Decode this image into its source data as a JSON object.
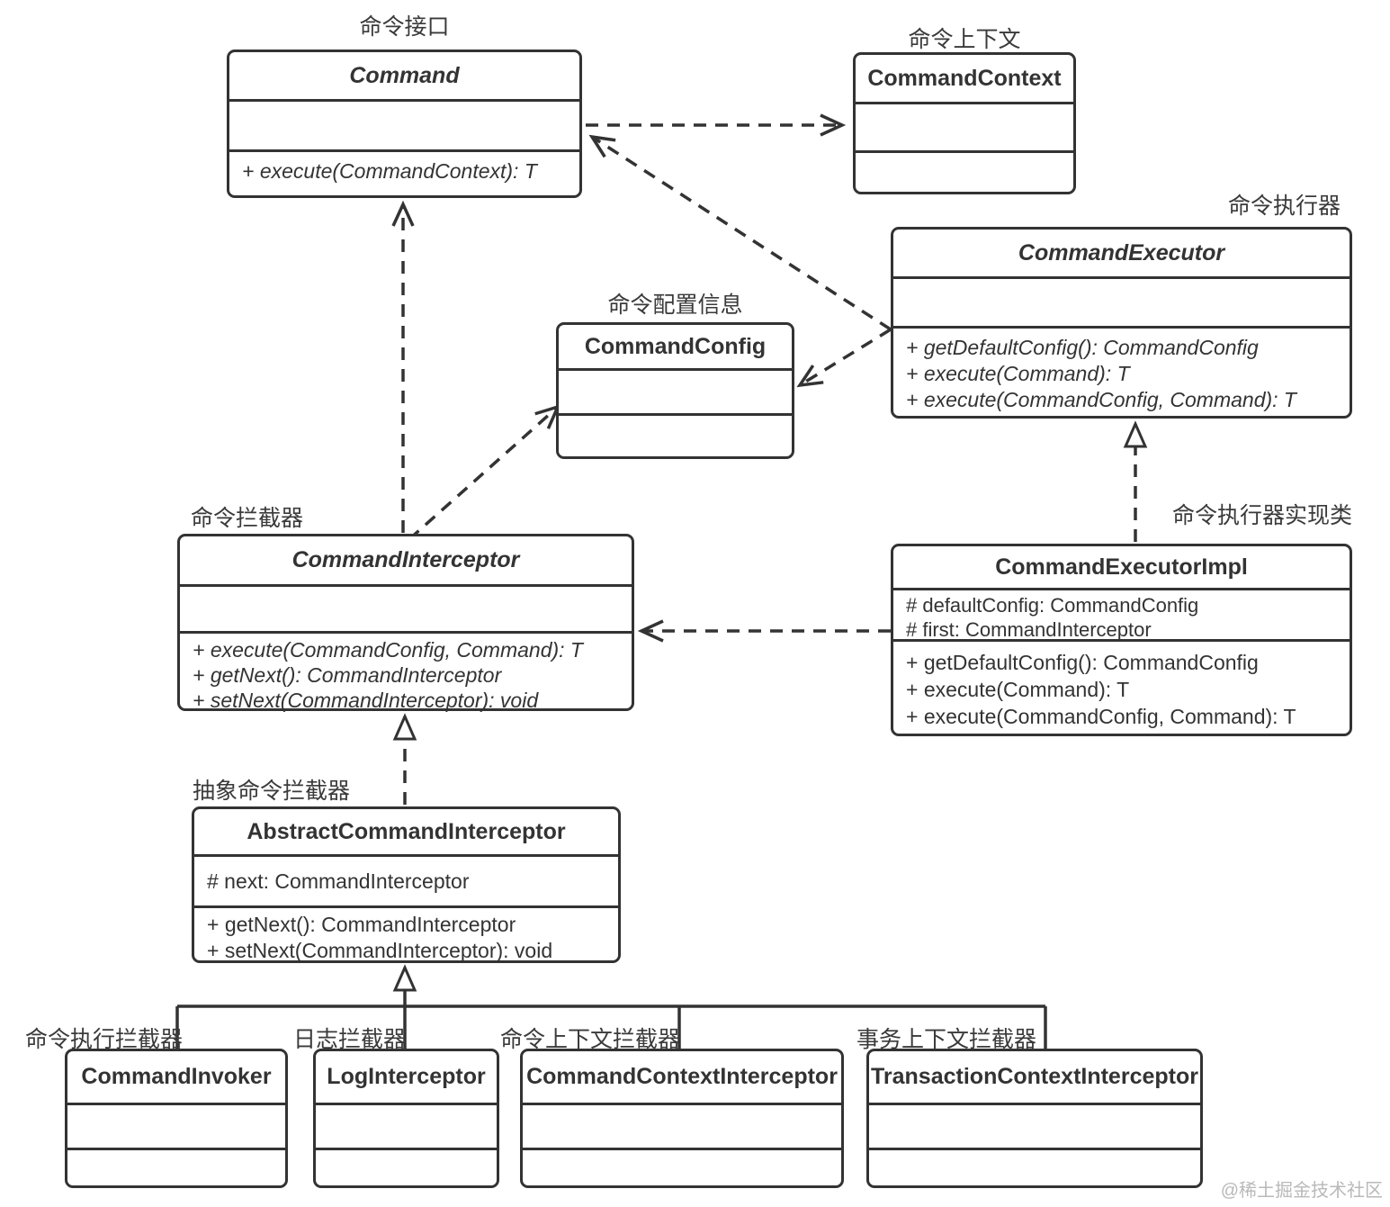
{
  "diagram_title": "Command pattern UML class diagram",
  "colors": {
    "line": "#333333",
    "text": "#3a3a3a",
    "background": "#ffffff",
    "watermark": "#b9b9b9"
  },
  "classes": {
    "command": {
      "tag": "命令接口",
      "title": "Command",
      "kind": "interface",
      "attributes": [],
      "methods": [
        "+ execute(CommandContext): T"
      ]
    },
    "command_context": {
      "tag": "命令上下文",
      "title": "CommandContext",
      "kind": "class",
      "attributes": [],
      "methods": []
    },
    "command_executor": {
      "tag": "命令执行器",
      "title": "CommandExecutor",
      "kind": "interface",
      "attributes": [],
      "methods": [
        "+ getDefaultConfig(): CommandConfig",
        "+ execute(Command): T",
        "+ execute(CommandConfig, Command): T"
      ]
    },
    "command_config": {
      "tag": "命令配置信息",
      "title": "CommandConfig",
      "kind": "class",
      "attributes": [],
      "methods": []
    },
    "command_interceptor": {
      "tag": "命令拦截器",
      "title": "CommandInterceptor",
      "kind": "interface",
      "attributes": [],
      "methods": [
        "+ execute(CommandConfig, Command): T",
        "+ getNext(): CommandInterceptor",
        "+ setNext(CommandInterceptor): void"
      ]
    },
    "command_executor_impl": {
      "tag": "命令执行器实现类",
      "title": "CommandExecutorImpl",
      "kind": "class",
      "attributes": [
        "# defaultConfig: CommandConfig",
        "# first: CommandInterceptor"
      ],
      "methods": [
        "+ getDefaultConfig(): CommandConfig",
        "+ execute(Command): T",
        "+ execute(CommandConfig, Command): T"
      ]
    },
    "abstract_command_interceptor": {
      "tag": "抽象命令拦截器",
      "title": "AbstractCommandInterceptor",
      "kind": "class",
      "attributes": [
        "# next: CommandInterceptor"
      ],
      "methods": [
        "+ getNext(): CommandInterceptor",
        "+ setNext(CommandInterceptor): void"
      ]
    },
    "command_invoker": {
      "tag": "命令执行拦截器",
      "title": "CommandInvoker",
      "kind": "class",
      "attributes": [],
      "methods": []
    },
    "log_interceptor": {
      "tag": "日志拦截器",
      "title": "LogInterceptor",
      "kind": "class",
      "attributes": [],
      "methods": []
    },
    "command_context_interceptor": {
      "tag": "命令上下文拦截器",
      "title": "CommandContextInterceptor",
      "kind": "class",
      "attributes": [],
      "methods": []
    },
    "transaction_context_interceptor": {
      "tag": "事务上下文拦截器",
      "title": "TransactionContextInterceptor",
      "kind": "class",
      "attributes": [],
      "methods": []
    }
  },
  "relations": [
    {
      "from": "Command",
      "to": "CommandContext",
      "type": "dependency"
    },
    {
      "from": "CommandExecutor",
      "to": "Command",
      "type": "dependency"
    },
    {
      "from": "CommandExecutor",
      "to": "CommandConfig",
      "type": "dependency"
    },
    {
      "from": "CommandInterceptor",
      "to": "Command",
      "type": "dependency"
    },
    {
      "from": "CommandInterceptor",
      "to": "CommandConfig",
      "type": "dependency"
    },
    {
      "from": "CommandExecutorImpl",
      "to": "CommandExecutor",
      "type": "realization"
    },
    {
      "from": "CommandExecutorImpl",
      "to": "CommandInterceptor",
      "type": "dependency"
    },
    {
      "from": "AbstractCommandInterceptor",
      "to": "CommandInterceptor",
      "type": "realization"
    },
    {
      "from": "CommandInvoker",
      "to": "AbstractCommandInterceptor",
      "type": "inheritance"
    },
    {
      "from": "LogInterceptor",
      "to": "AbstractCommandInterceptor",
      "type": "inheritance"
    },
    {
      "from": "CommandContextInterceptor",
      "to": "AbstractCommandInterceptor",
      "type": "inheritance"
    },
    {
      "from": "TransactionContextInterceptor",
      "to": "AbstractCommandInterceptor",
      "type": "inheritance"
    }
  ],
  "watermark": "@稀土掘金技术社区"
}
